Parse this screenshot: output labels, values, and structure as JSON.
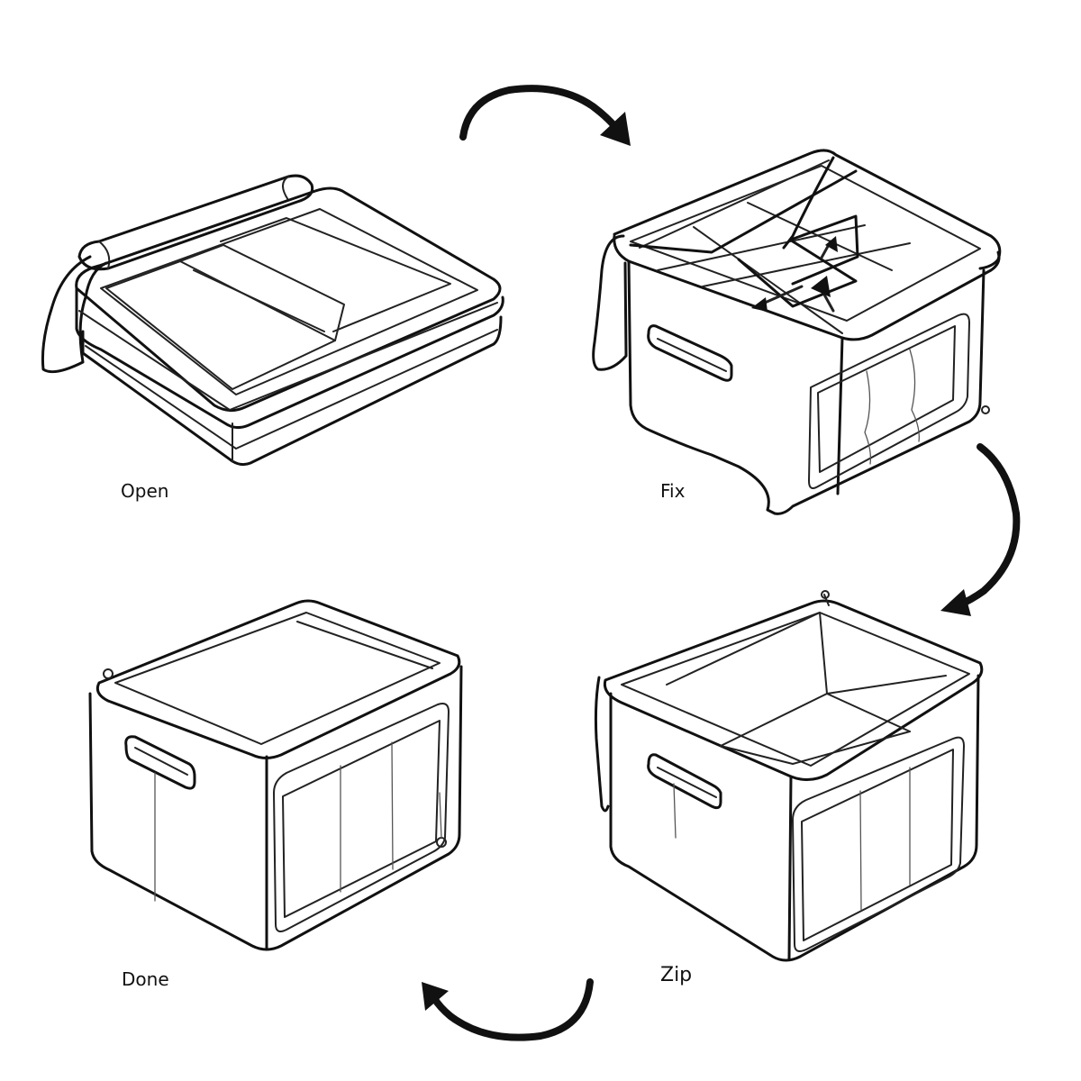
{
  "steps": [
    {
      "id": "open",
      "label": "Open"
    },
    {
      "id": "fix",
      "label": "Fix"
    },
    {
      "id": "zip",
      "label": "Zip"
    },
    {
      "id": "done",
      "label": "Done"
    }
  ],
  "icons": {
    "flow_arrow": "curved-arrow-icon",
    "direction_arrow": "straight-arrow-icon"
  },
  "colors": {
    "line": "#111111",
    "background": "#ffffff"
  }
}
